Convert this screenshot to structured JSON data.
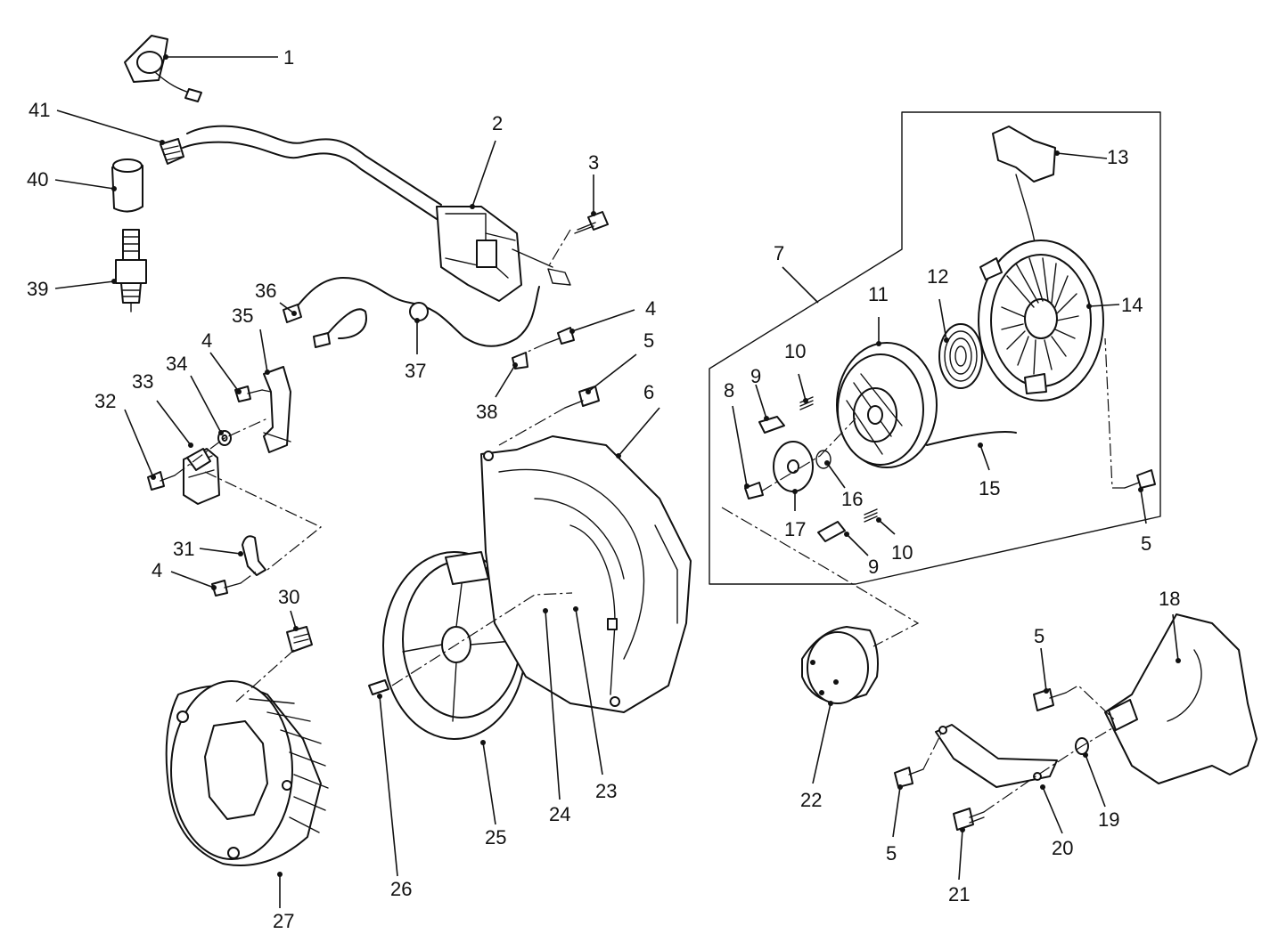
{
  "callouts": {
    "c1": "1",
    "c2": "2",
    "c3": "3",
    "c4a": "4",
    "c4b": "4",
    "c4c": "4",
    "c5a": "5",
    "c5b": "5",
    "c5c": "5",
    "c5d": "5",
    "c6": "6",
    "c7": "7",
    "c8": "8",
    "c9a": "9",
    "c9b": "9",
    "c10a": "10",
    "c10b": "10",
    "c11": "11",
    "c12": "12",
    "c13": "13",
    "c14": "14",
    "c15": "15",
    "c16": "16",
    "c17": "17",
    "c18": "18",
    "c19": "19",
    "c20": "20",
    "c21": "21",
    "c22": "22",
    "c23": "23",
    "c24": "24",
    "c25": "25",
    "c26": "26",
    "c27": "27",
    "c30": "30",
    "c31": "31",
    "c32": "32",
    "c33": "33",
    "c34": "34",
    "c35": "35",
    "c36": "36",
    "c37": "37",
    "c38": "38",
    "c39": "39",
    "c40": "40",
    "c41": "41"
  },
  "colors": {
    "ink": "#111111",
    "paper": "#ffffff",
    "shade": "#e6e6e6"
  }
}
